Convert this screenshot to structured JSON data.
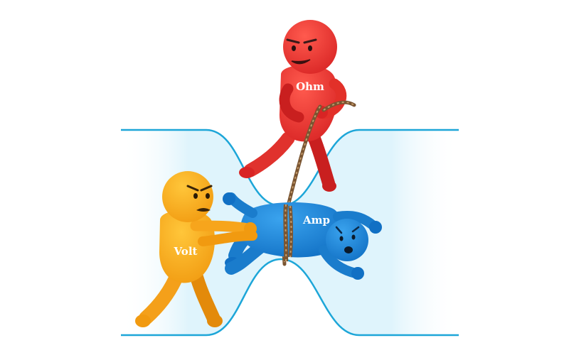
{
  "characters": {
    "ohm": {
      "label": "Ohm",
      "color": "#e8302e",
      "shade": "#c91f1f"
    },
    "volt": {
      "label": "Volt",
      "color": "#f7a51c",
      "shade": "#e38a0a"
    },
    "amp": {
      "label": "Amp",
      "color": "#1c86d8",
      "shade": "#0f67b4"
    }
  },
  "colors": {
    "tube_outline": "#1da6d8",
    "tube_fill": "#e3f6fd",
    "rope": "#7a5532"
  }
}
